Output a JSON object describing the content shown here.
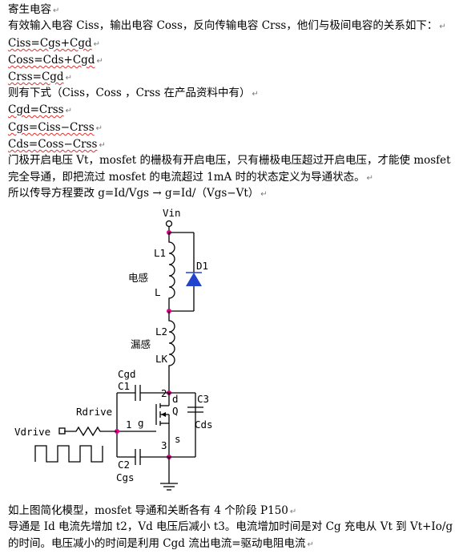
{
  "doc": {
    "l1": "寄生电容",
    "l2": "有效输入电容 Ciss，输出电容 Coss，反向传输电容 Crss，他们与极间电容的关系如下：",
    "l3": "Ciss=Cgs+Cgd",
    "l4": "Coss=Cds+Cgd",
    "l5": "Crss=Cgd",
    "l6": "则有下式（Ciss，Coss ，Crss 在产品资料中有）",
    "l7": "Cgd=Crss",
    "l8": "Cgs=Ciss−Crss",
    "l9": "Cds=Coss−Crss",
    "l10": "门极开启电压 Vt，mosfet 的栅极有开启电压，只有栅极电压超过开启电压，才能使 mosfet",
    "l11": "完全导通，即把流过 mosfet 的电流超过 1mA 时的状态定义为导通状态。",
    "l12": "所以传导方程要改 g=Id/Vgs → g=Id/（Vgs−Vt）",
    "l13": "如上图简化模型，mosfet 导通和关断各有 4 个阶段 P150",
    "l14": "导通是 Id 电流先增加 t2，Vd 电压后减小 t3。电流增加时间是对 Cg 充电从 Vt 到 Vt+Io/g",
    "l15": "的时间。电压减小的时间是利用 Cgd 流出电流=驱动电阻电流",
    "para_mark": "↵"
  },
  "diagram": {
    "vin": "Vin",
    "l1": "L1",
    "l": "L",
    "inductor_cn": "电感",
    "d1": "D1",
    "l2": "L2",
    "lk": "LK",
    "leak_cn": "漏感",
    "cgd": "Cgd",
    "c1": "C1",
    "c3": "C3",
    "cds": "Cds",
    "rdrive": "Rdrive",
    "vdrive": "Vdrive",
    "pin1": "1",
    "pin2": "2",
    "pin3": "3",
    "d": "d",
    "g": "g",
    "q": "Q",
    "s": "s",
    "c2": "C2",
    "cgs": "Cgs"
  },
  "colors": {
    "node": "#e0008a",
    "diode": "#2244cc",
    "squiggle": "#e03030"
  }
}
